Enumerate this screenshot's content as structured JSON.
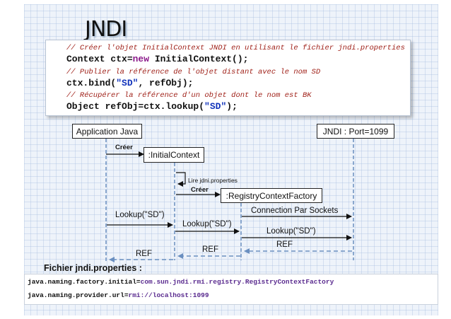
{
  "slide": {
    "title": "JNDI"
  },
  "code": {
    "comment1": "// Créer l'objet InitialContext JNDI en utilisant le fichier jndi.properties",
    "line1_a": "Context ctx=",
    "line1_kw": "new",
    "line1_b": " InitialContext();",
    "comment2": "// Publier la référence de l'objet distant avec le nom SD",
    "line2_a": "ctx.bind(",
    "line2_str": "\"SD\"",
    "line2_b": ", refObj);",
    "comment3": "// Récupérer la référence d'un objet dont le nom est BK",
    "line3_a": "Object refObj=ctx.lookup(",
    "line3_str": "\"SD\"",
    "line3_b": ");"
  },
  "diagram": {
    "app_box": "Application Java",
    "jndi_box": "JNDI : Port=1099",
    "initial_context_box": ":InitialContext",
    "registry_factory_box": ":RegistryContextFactory",
    "creer1": "Créer",
    "lire": "Lire jdni.properties",
    "creer2": "Créer",
    "lookup1": "Lookup(\"SD\")",
    "lookup2": "Lookup(\"SD\")",
    "connection": "Connection Par Sockets",
    "lookup3": "Lookup(\"SD\")",
    "ref1": "REF",
    "ref2": "REF",
    "ref3": "REF"
  },
  "properties": {
    "title": "Fichier jndi.properties :",
    "line1_key": "java.naming.factory.initial=",
    "line1_val": "com.sun.jndi.rmi.registry.RegistryContextFactory",
    "line2_key": "java.naming.provider.url=",
    "line2_val": "rmi://localhost:1099"
  },
  "colors": {
    "comment": "#a0221a",
    "keyword": "#8b1a8b",
    "string": "#1133bb",
    "dashed": "#6a8fc0",
    "arrow": "#111111"
  }
}
